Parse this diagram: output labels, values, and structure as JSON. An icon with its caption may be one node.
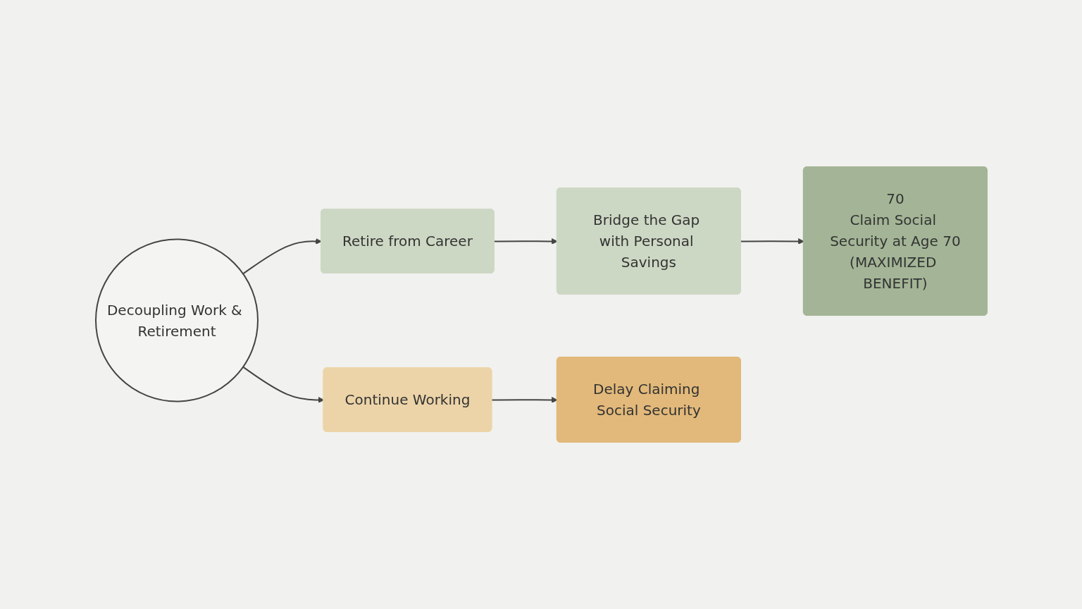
{
  "diagram": {
    "nodes": [
      {
        "text": [
          "Decoupling Work & Retirement"
        ]
      },
      {
        "text": [
          "Retire from Career"
        ]
      },
      {
        "text": [
          "Bridge the Gap with Personal Savings"
        ]
      },
      {
        "text": [
          "70",
          "Claim Social Security at Age 70",
          "(MAXIMIZED BENEFIT)"
        ]
      },
      {
        "text": [
          "Continue Working"
        ]
      },
      {
        "text": [
          "Delay Claiming Social Security"
        ]
      }
    ],
    "edges": [
      {
        "from": 0,
        "to": 1,
        "arrow": "to"
      },
      {
        "from": 1,
        "to": 2,
        "arrow": "to"
      },
      {
        "from": 2,
        "to": 3,
        "arrow": "to"
      },
      {
        "from": 0,
        "to": 4,
        "arrow": "to"
      },
      {
        "from": 4,
        "to": 5,
        "arrow": "to"
      }
    ]
  }
}
